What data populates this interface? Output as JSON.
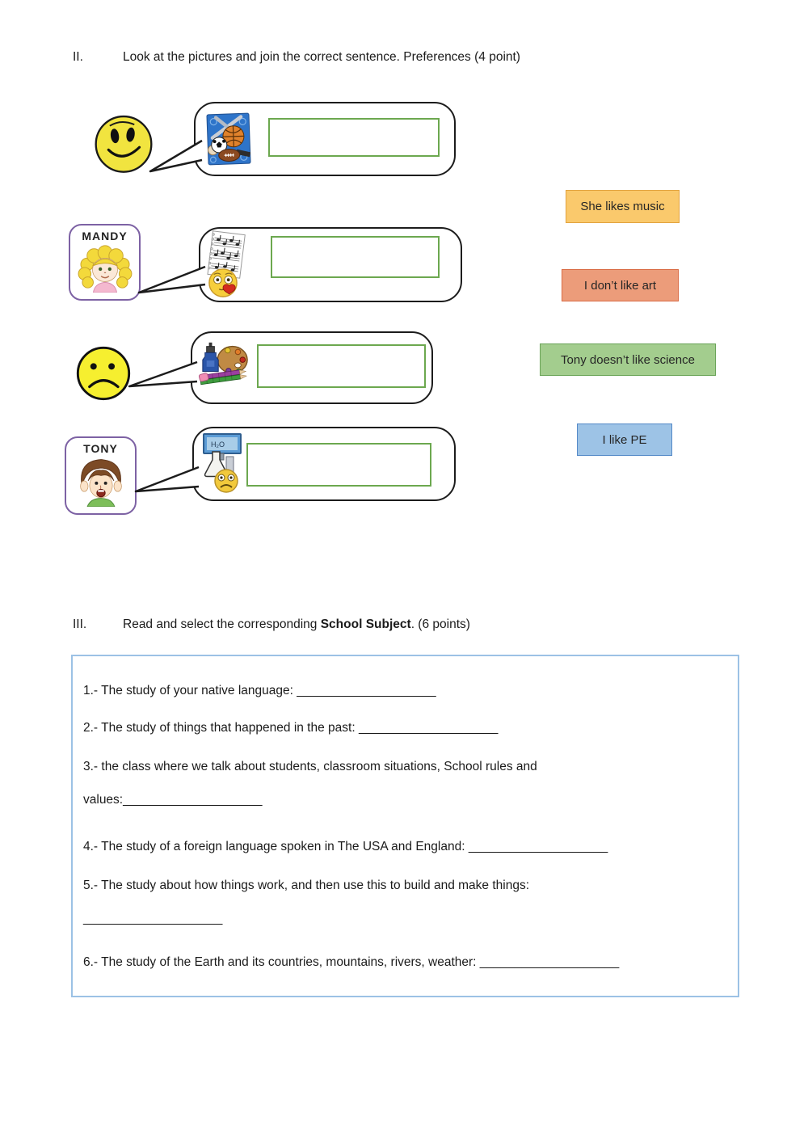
{
  "section2": {
    "numeral": "II.",
    "title": "Look at the pictures and join the correct sentence. Preferences (4 point)"
  },
  "match": {
    "rows": [
      {
        "character": "happy-smiley-face",
        "image": "sports-equipment-poster"
      },
      {
        "character": "girl-card",
        "card_label": "MANDY",
        "image": "music-sheet-with-kiss-emoji"
      },
      {
        "character": "sad-smiley-face",
        "image": "art-supplies"
      },
      {
        "character": "boy-card",
        "card_label": "TONY",
        "image": "science-flask-with-sad-emoji",
        "board_text": "H₂O"
      }
    ],
    "options": [
      {
        "label": "She likes music",
        "bg": "#FAC96C",
        "border": "#E2A33E"
      },
      {
        "label": "I don’t like art",
        "bg": "#EC9C7A",
        "border": "#D96C45"
      },
      {
        "label": "Tony doesn’t like science",
        "bg": "#A3CD8E",
        "border": "#69A357"
      },
      {
        "label": "I like PE",
        "bg": "#9DC3E6",
        "border": "#5489C7"
      }
    ]
  },
  "section3": {
    "numeral": "III.",
    "title_prefix": "Read and select the corresponding ",
    "title_bold": "School Subject",
    "title_suffix": ". (6 points)",
    "questions": [
      {
        "line1": "1.- The study of your native language: ____________________"
      },
      {
        "line1": "2.- The study of things that happened in the past: ____________________"
      },
      {
        "line1": "3.- the class where we talk about students, classroom situations, School rules and",
        "line2": "values:____________________"
      },
      {
        "line1": "4.- The study of a foreign language spoken in The USA and England: ____________________"
      },
      {
        "line1": "5.- The study about how things work, and then use this to build and make things:",
        "line2": "____________________"
      },
      {
        "line1": "6.- The study of the Earth and its countries, mountains, rivers, weather: ____________________"
      }
    ]
  }
}
